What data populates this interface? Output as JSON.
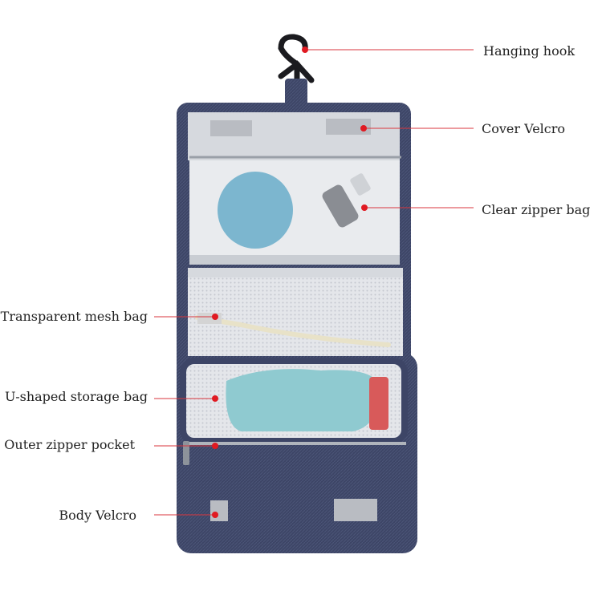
{
  "colors": {
    "bag_body": "#3d4566",
    "bag_body_dark": "#2b3150",
    "lining": "#d6d9de",
    "velcro": "#b9bcc2",
    "callout_line": "#d9363e",
    "callout_dot": "#e01a22",
    "sponge": "#7cb6cf",
    "towel": "#8fcad0"
  },
  "callouts": {
    "hanging_hook": "Hanging hook",
    "cover_velcro": "Cover Velcro",
    "clear_zipper_bag": "Clear zipper bag",
    "transparent_mesh_bag": "Transparent mesh bag",
    "u_shaped_storage_bag": "U-shaped storage bag",
    "outer_zipper_pocket": "Outer zipper pocket",
    "body_velcro": "Body Velcro"
  }
}
